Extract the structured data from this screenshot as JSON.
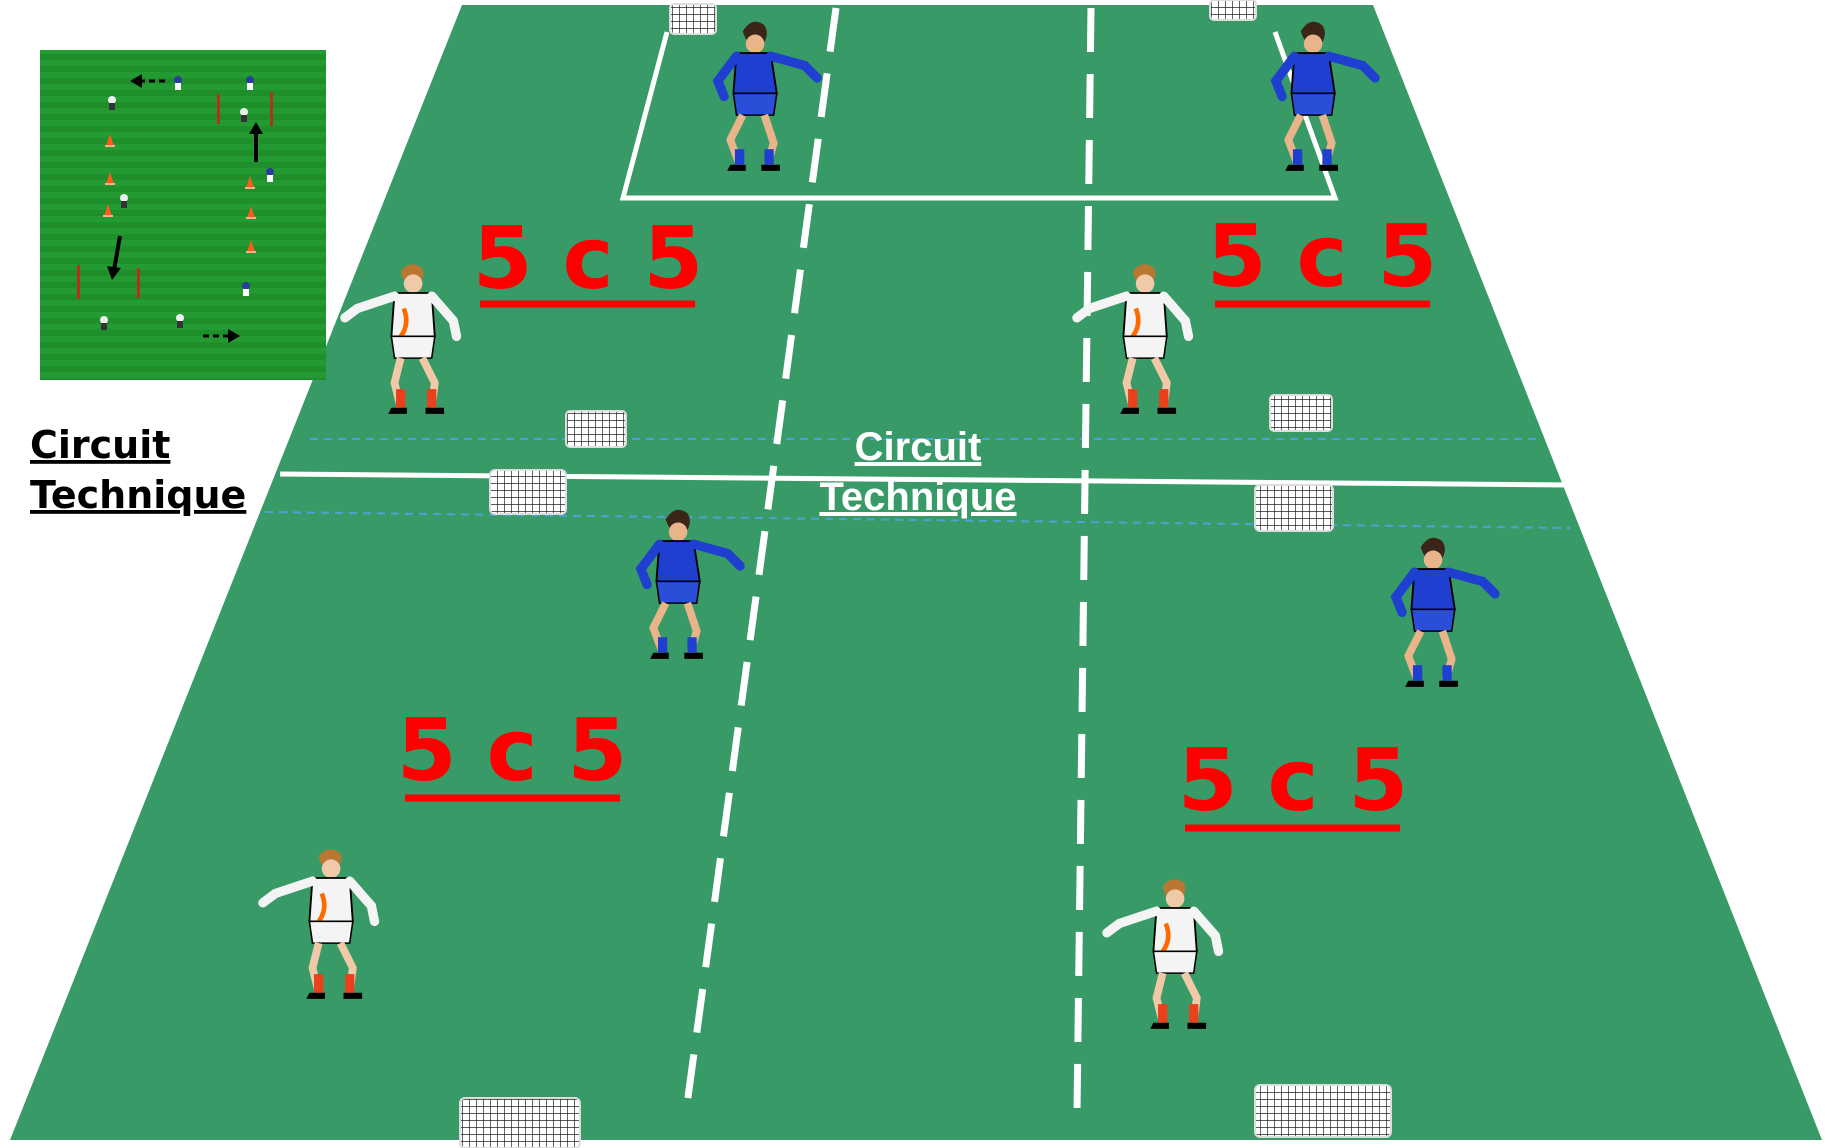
{
  "colors": {
    "pitch": "#389b67",
    "pitch_dark": "#2f8a5a",
    "line": "#ffffff",
    "score": "#ff0000",
    "kit_blue": "#1f3fd0",
    "kit_white": "#f4f4f4",
    "thumb_bg": "#1f8f2c"
  },
  "side_label": {
    "line1": "Circuit",
    "line2": "Technique"
  },
  "center_label": {
    "line1": "Circuit",
    "line2": "Technique"
  },
  "zones": [
    {
      "label": "5 c 5"
    },
    {
      "label": "5 c 5"
    },
    {
      "label": "5 c 5"
    },
    {
      "label": "5 c 5"
    }
  ],
  "icons": [
    "soccer-player-blue",
    "soccer-player-white",
    "mini-goal",
    "cone",
    "arrow"
  ]
}
